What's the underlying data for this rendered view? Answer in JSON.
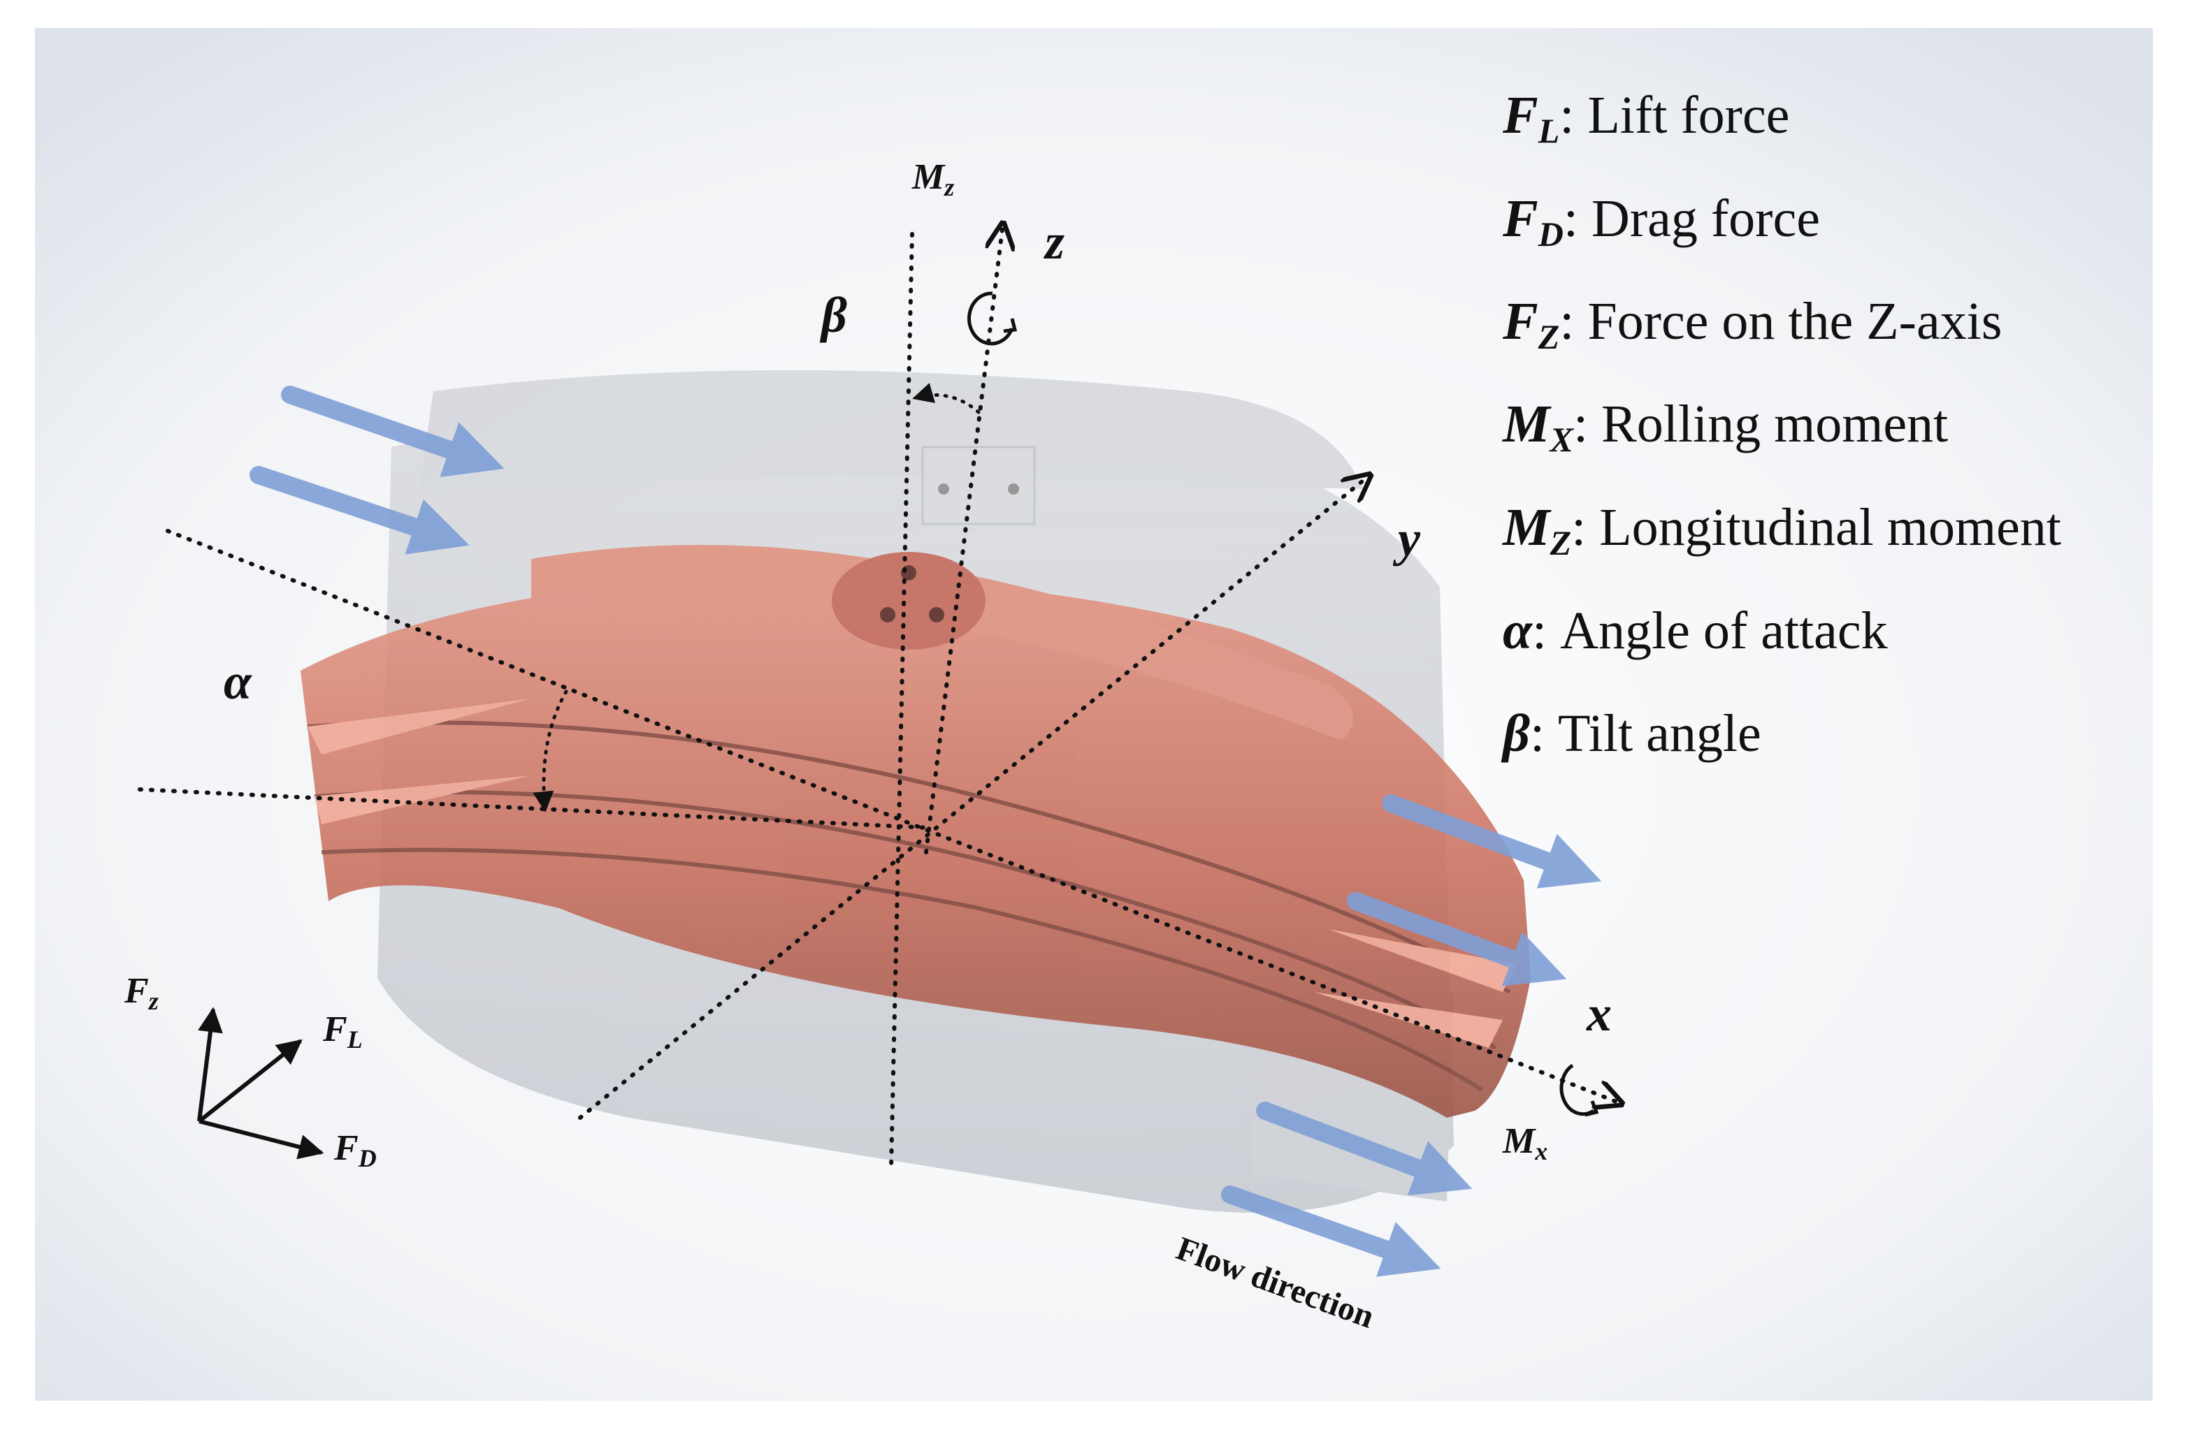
{
  "legend": [
    {
      "symbol": "F",
      "sub": "L",
      "text": ": Lift force"
    },
    {
      "symbol": "F",
      "sub": "D",
      "text": ": Drag force"
    },
    {
      "symbol": "F",
      "sub": "Z",
      "text": ": Force on the Z-axis"
    },
    {
      "symbol": "M",
      "sub": "X",
      "text": ": Rolling moment"
    },
    {
      "symbol": "M",
      "sub": "Z",
      "text": ": Longitudinal moment"
    },
    {
      "symbol": "α",
      "sub": "",
      "text": ": Angle of attack"
    },
    {
      "symbol": "β",
      "sub": "",
      "text": ": Tilt angle"
    }
  ],
  "axes": {
    "x": "x",
    "y": "y",
    "z": "z"
  },
  "angles": {
    "alpha": "α",
    "beta": "β"
  },
  "moments": {
    "mz": {
      "symbol": "M",
      "sub": "z"
    },
    "mx": {
      "symbol": "M",
      "sub": "x"
    }
  },
  "force_triad": {
    "fz": {
      "symbol": "F",
      "sub": "z"
    },
    "fl": {
      "symbol": "F",
      "sub": "L"
    },
    "fd": {
      "symbol": "F",
      "sub": "D"
    }
  },
  "flow_label": "Flow direction",
  "colors": {
    "wing": "#d9826f",
    "wing_dark": "#8c4a3f",
    "ghost": "#c9cbd0",
    "flow_arrow": "#7f9fd6"
  }
}
